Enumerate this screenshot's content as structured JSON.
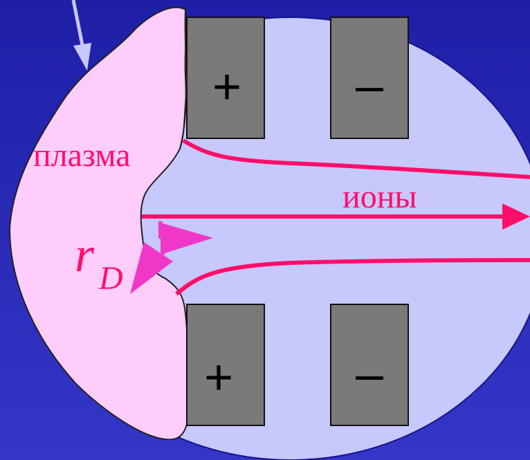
{
  "labels": {
    "plasma": "плазма",
    "ions": "ионы",
    "debye_symbol": "r",
    "debye_subscript": "D"
  },
  "electrodes": {
    "top_left_sign": "+",
    "top_right_sign": "–",
    "bottom_left_sign": "+",
    "bottom_right_sign": "–"
  },
  "colors": {
    "background_top": "#1e1fa6",
    "background_bottom": "#3436c8",
    "chamber_fill": "#c7c8fb",
    "plasma_fill": "#ffcdfa",
    "electrode_fill": "#7a7a7a",
    "ion_beam": "#ff0f6a",
    "debye_arrow": "#f038c8",
    "pointer_arrow": "#c7c8fb"
  }
}
